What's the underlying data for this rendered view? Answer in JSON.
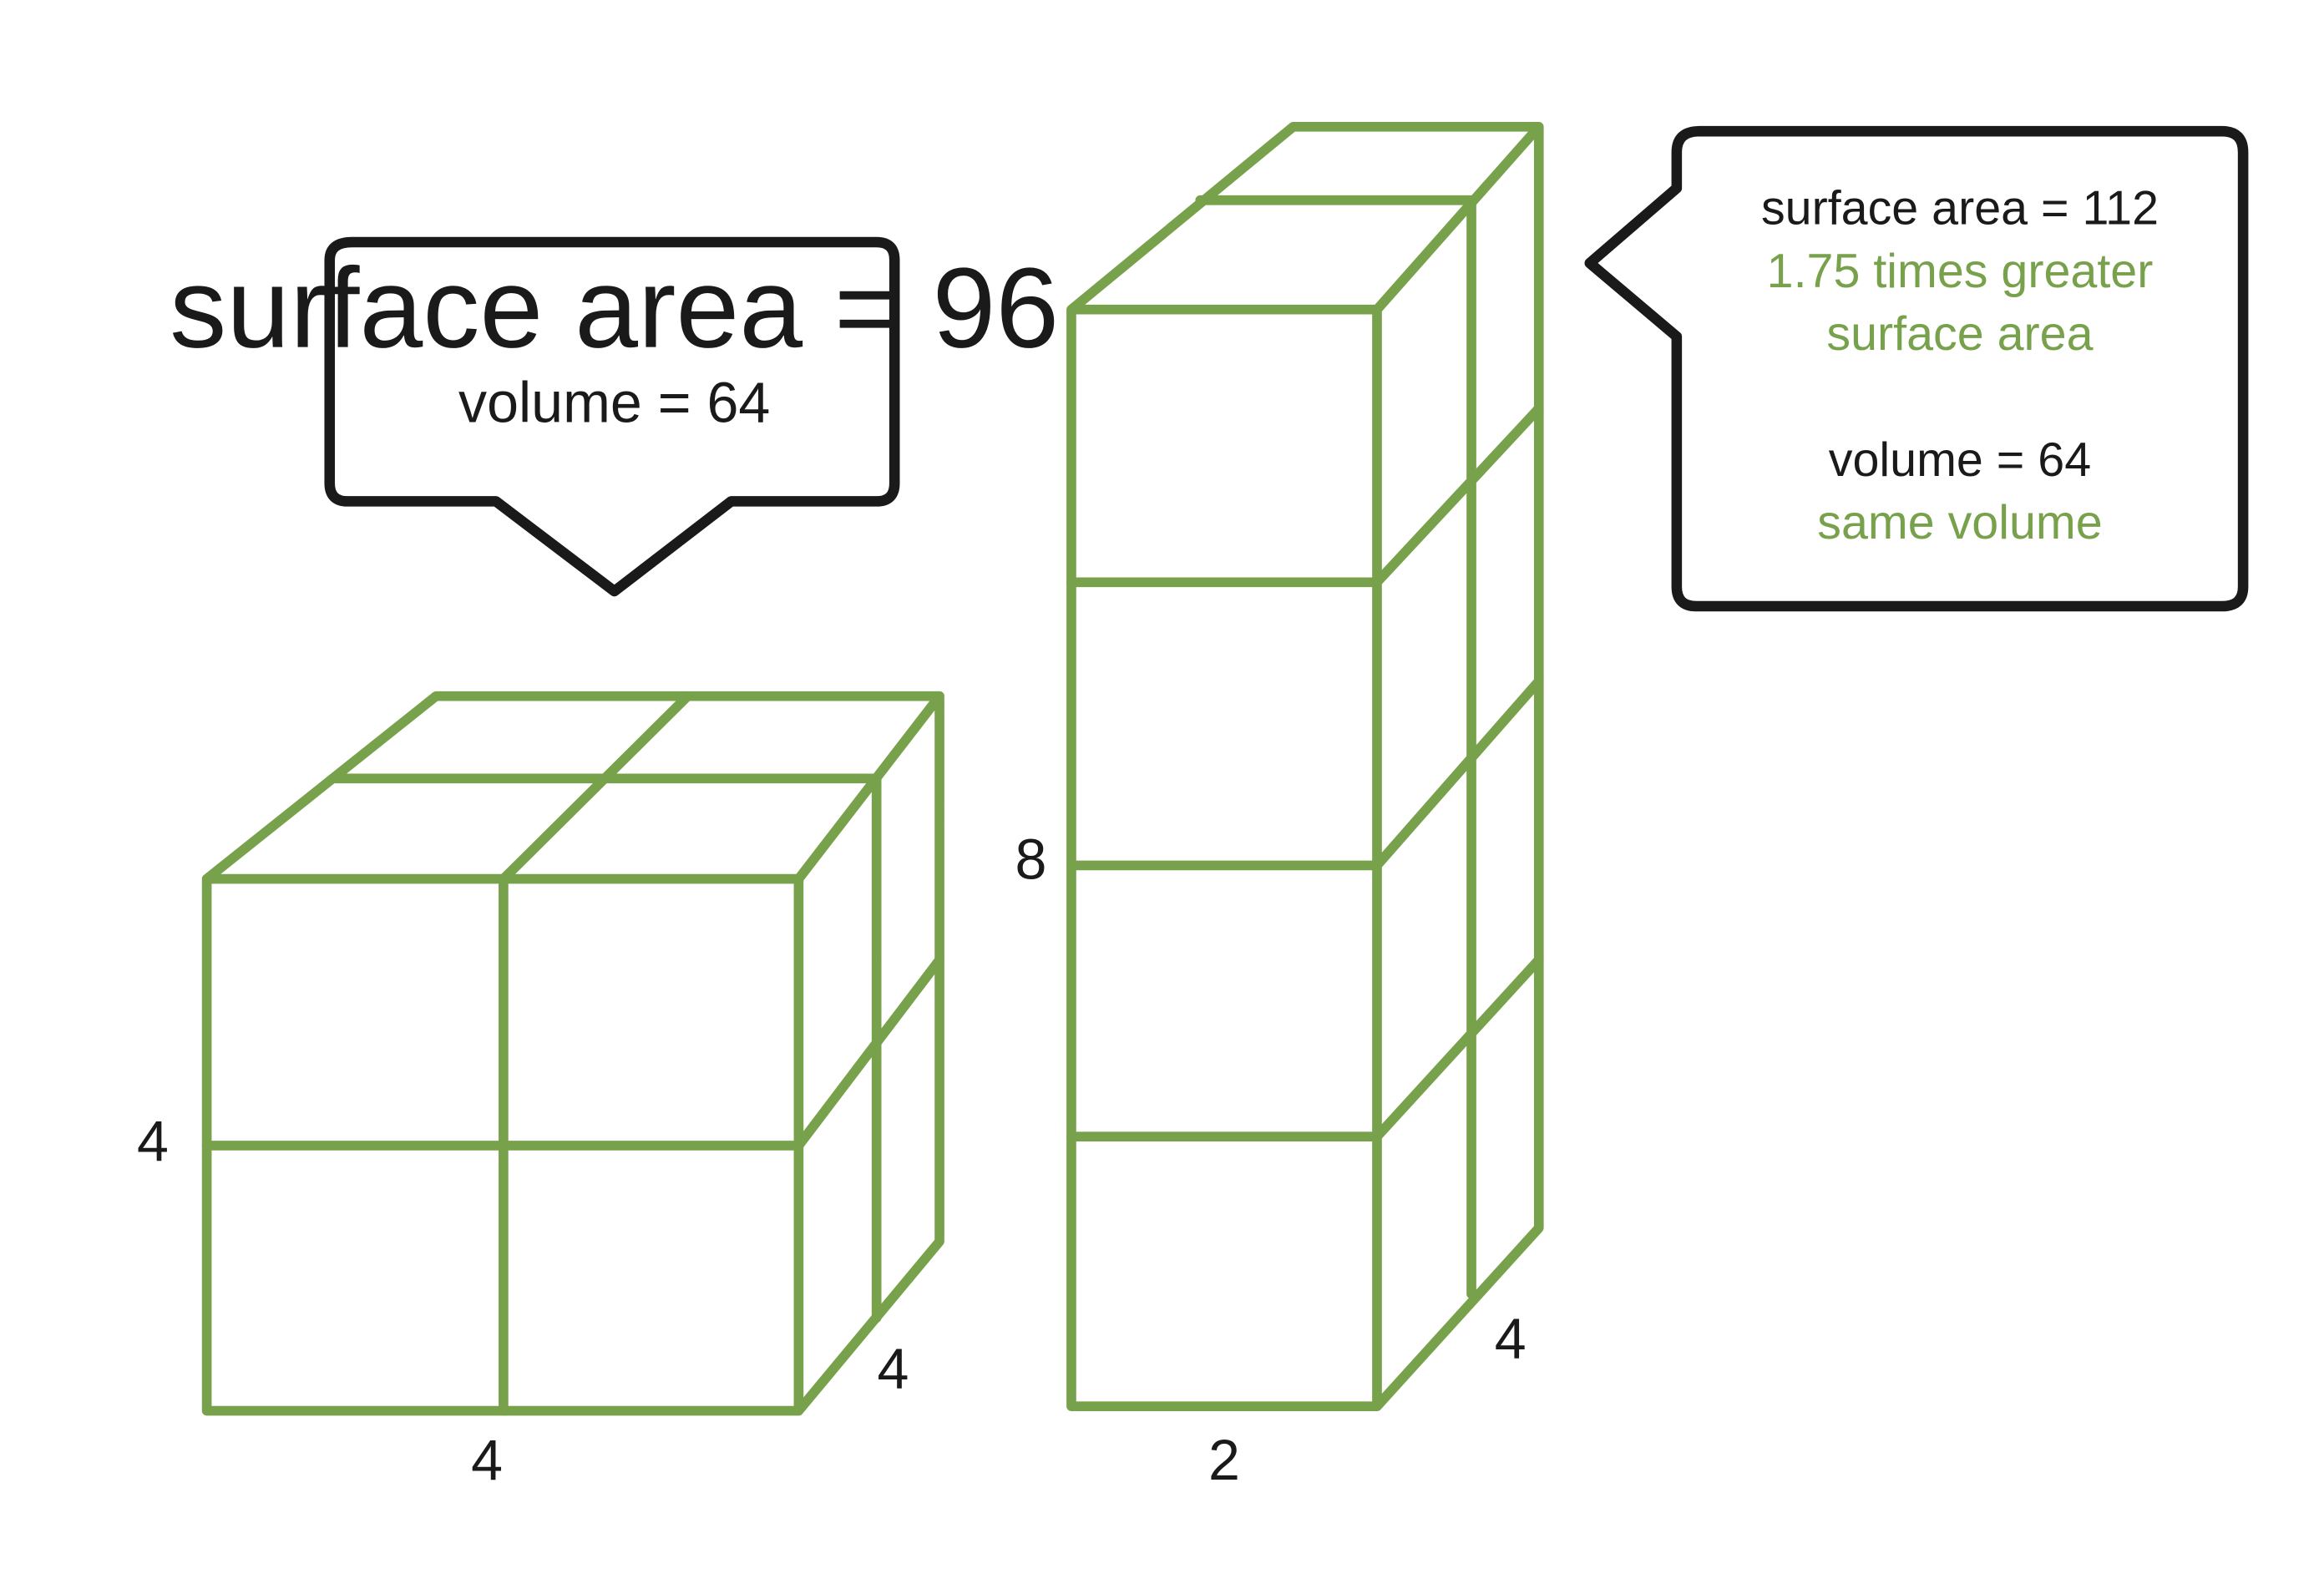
{
  "colors": {
    "edge": "#78A14B",
    "text": "#1a1a1a",
    "highlight": "#78A14B",
    "bubble_stroke": "#1a1a1a",
    "bubble_fill": "#ffffff"
  },
  "cube": {
    "callout": {
      "surface_area": "surface area = 96",
      "volume": "volume = 64"
    },
    "dimensions": {
      "height": "4",
      "width": "4",
      "depth": "4"
    }
  },
  "tall_prism": {
    "callout": {
      "surface_area": "surface area = 112",
      "comparison_line1": "1.75 times greater",
      "comparison_line2": "surface area",
      "volume": "volume = 64",
      "volume_note": "same volume"
    },
    "dimensions": {
      "height": "8",
      "width": "2",
      "depth": "4"
    }
  }
}
